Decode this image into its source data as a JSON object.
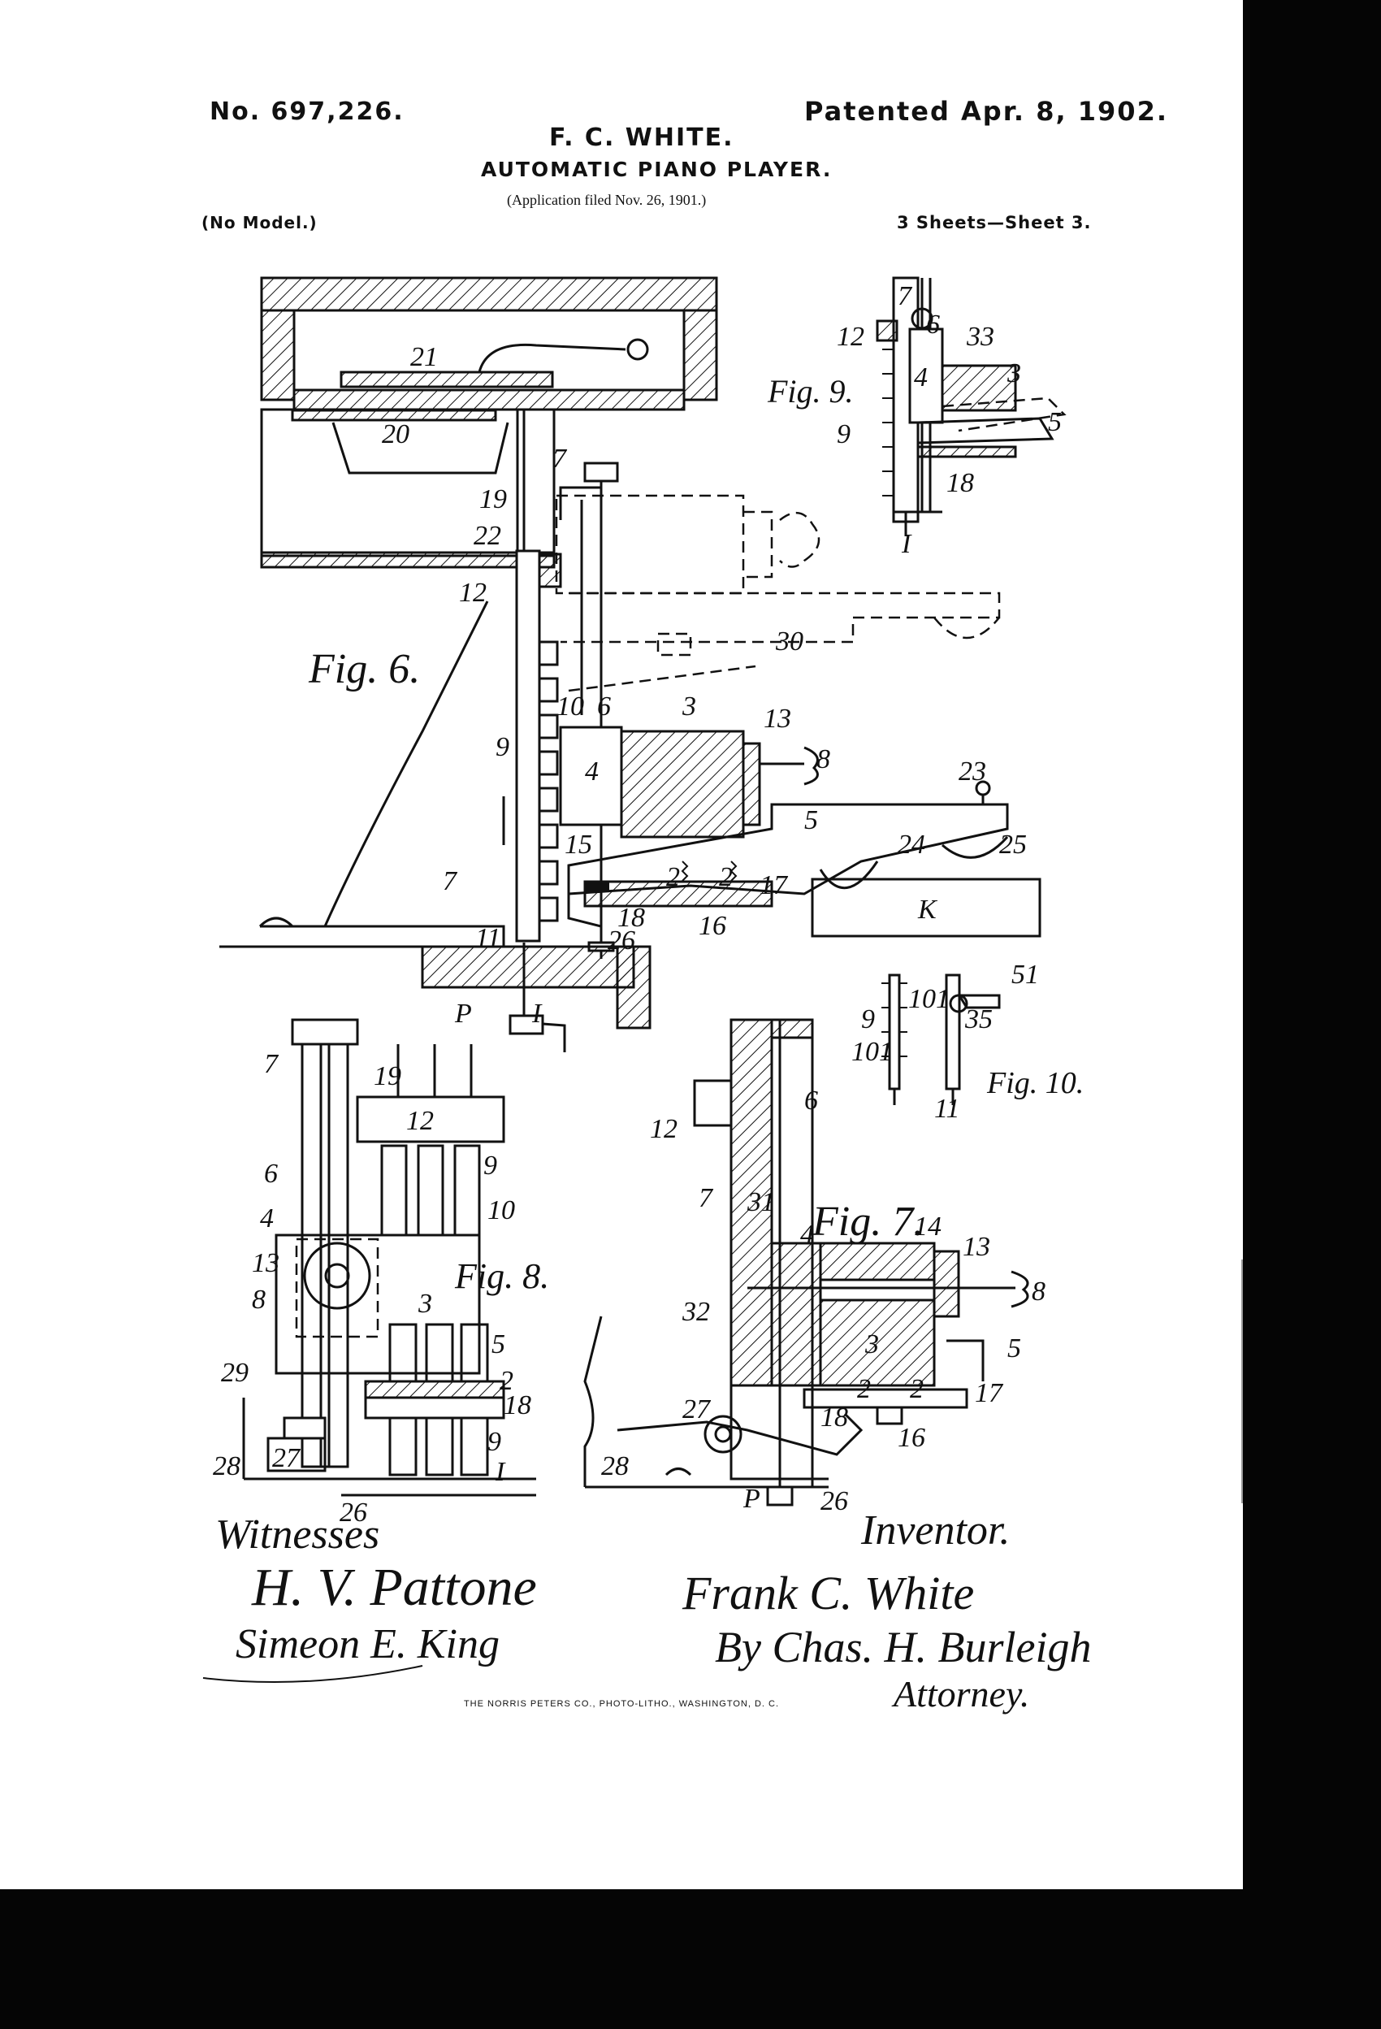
{
  "header": {
    "patent_no": "No. 697,226.",
    "patented": "Patented Apr. 8, 1902.",
    "inventor_name": "F. C. WHITE.",
    "title": "AUTOMATIC PIANO PLAYER.",
    "application": "(Application filed Nov. 26, 1901.)",
    "model": "(No Model.)",
    "sheets": "3 Sheets—Sheet 3."
  },
  "figures": {
    "fig6": "Fig. 6.",
    "fig7": "Fig. 7.",
    "fig8": "Fig. 8.",
    "fig9": "Fig. 9.",
    "fig10": "Fig. 10."
  },
  "labels": {
    "fig6": [
      "21",
      "20",
      "7",
      "19",
      "22",
      "12",
      "30",
      "10",
      "6",
      "3",
      "13",
      "9",
      "4",
      "8",
      "23",
      "5",
      "15",
      "24",
      "25",
      "2",
      "2",
      "17",
      "7",
      "18",
      "16",
      "K",
      "11",
      "26",
      "P",
      "I"
    ],
    "fig9": [
      "7",
      "12",
      "6",
      "33",
      "3",
      "4",
      "5",
      "9",
      "18",
      "I"
    ],
    "fig8": [
      "7",
      "19",
      "12",
      "9",
      "10",
      "6",
      "4",
      "13",
      "8",
      "3",
      "5",
      "2",
      "18",
      "29",
      "9",
      "28",
      "27",
      "I",
      "26"
    ],
    "fig7": [
      "12",
      "6",
      "7",
      "31",
      "4",
      "14",
      "13",
      "8",
      "32",
      "3",
      "5",
      "2",
      "2",
      "17",
      "27",
      "18",
      "16",
      "28",
      "P",
      "26"
    ],
    "fig10": [
      "9",
      "101",
      "101",
      "51",
      "35",
      "11"
    ]
  },
  "signatures": {
    "witnesses_label": "Witnesses",
    "witness_1": "H. V. Pattone",
    "witness_2": "Simeon E. King",
    "inventor_label": "Inventor.",
    "inventor_sig": "Frank C. White",
    "attorney_sig": "By Chas. H. Burleigh",
    "attorney_label": "Attorney."
  },
  "footer": {
    "printer": "THE NORRIS PETERS CO., PHOTO-LITHO., WASHINGTON, D. C."
  }
}
